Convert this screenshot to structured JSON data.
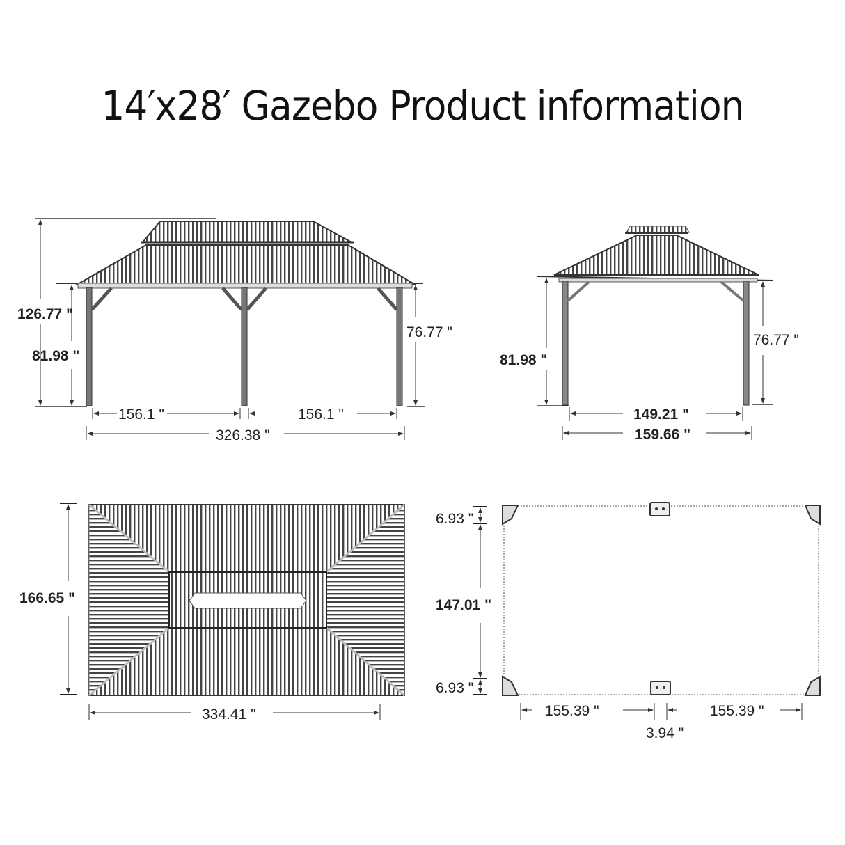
{
  "title": "14′x28′ Gazebo Product information",
  "colors": {
    "line": "#333333",
    "roof": "#555555",
    "post": "#666666",
    "background": "#ffffff"
  },
  "front_view": {
    "total_height": "126.77 \"",
    "post_height": "81.98 \"",
    "eave_height": "76.77 \"",
    "span_left": "156.1 \"",
    "span_right": "156.1 \"",
    "overall_width": "326.38 \""
  },
  "side_view": {
    "post_height": "81.98 \"",
    "eave_height": "76.77 \"",
    "inner_width": "149.21 \"",
    "overall_width": "159.66 \""
  },
  "top_view": {
    "depth": "166.65 \"",
    "length": "334.41 \""
  },
  "base_plan": {
    "corner_top": "6.93 \"",
    "depth": "147.01 \"",
    "corner_bottom": "6.93 \"",
    "span_left": "155.39 \"",
    "center_gap": "3.94 \"",
    "span_right": "155.39 \""
  }
}
